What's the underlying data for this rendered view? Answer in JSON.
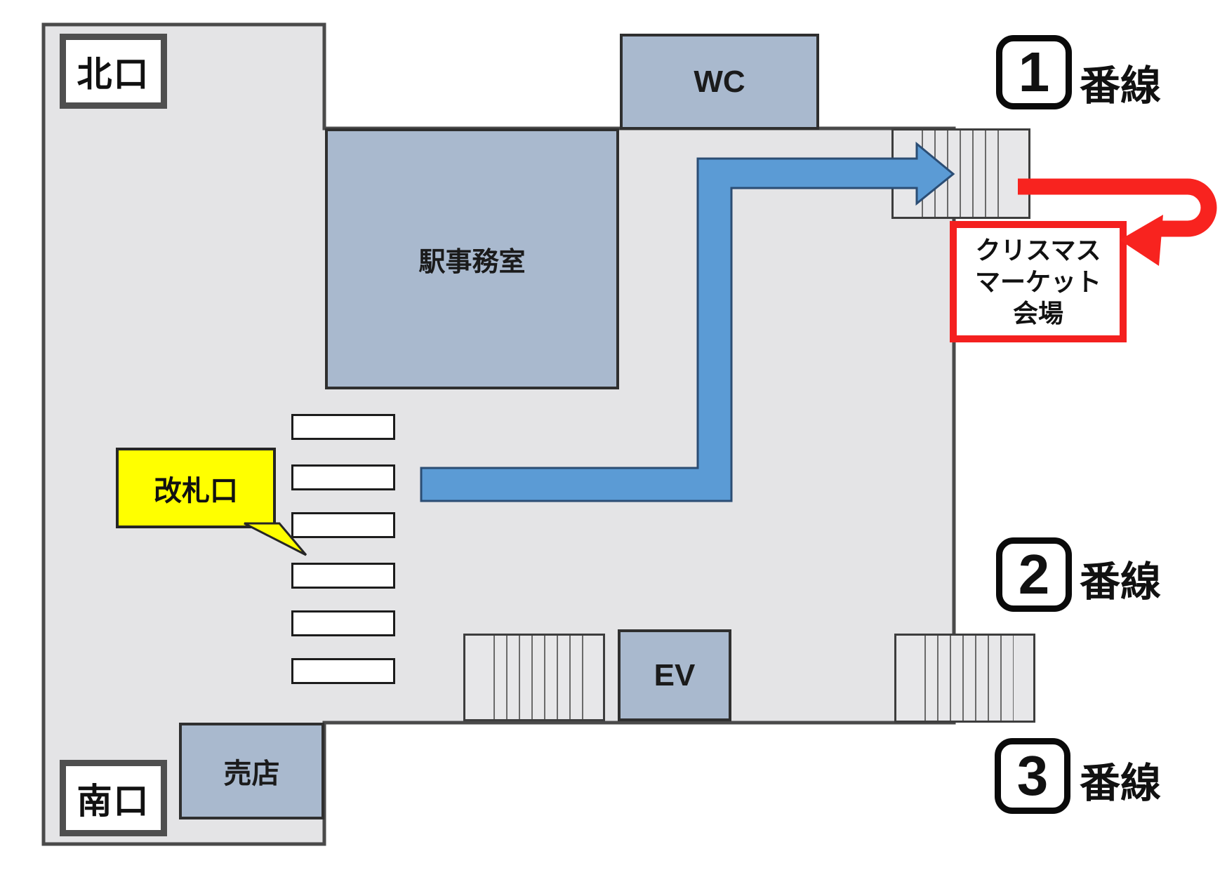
{
  "map": {
    "exits": {
      "north": "北口",
      "south": "南口"
    },
    "rooms": {
      "office": "駅事務室",
      "wc": "WC",
      "elevator": "EV",
      "kiosk": "売店"
    },
    "gate": {
      "label": "改札口"
    },
    "platforms": [
      {
        "number": "1",
        "suffix": "番線"
      },
      {
        "number": "2",
        "suffix": "番線"
      },
      {
        "number": "3",
        "suffix": "番線"
      }
    ],
    "destination": {
      "label": "クリスマスマーケット会場",
      "lines": [
        "クリスマス",
        "マーケット",
        "会場"
      ]
    },
    "colors": {
      "route_blue": "#5b9bd5",
      "route_red": "#f8231f",
      "gate_yellow": "#ffff00",
      "room_fill": "#a9b9ce",
      "floor_fill": "#e4e4e6"
    }
  }
}
